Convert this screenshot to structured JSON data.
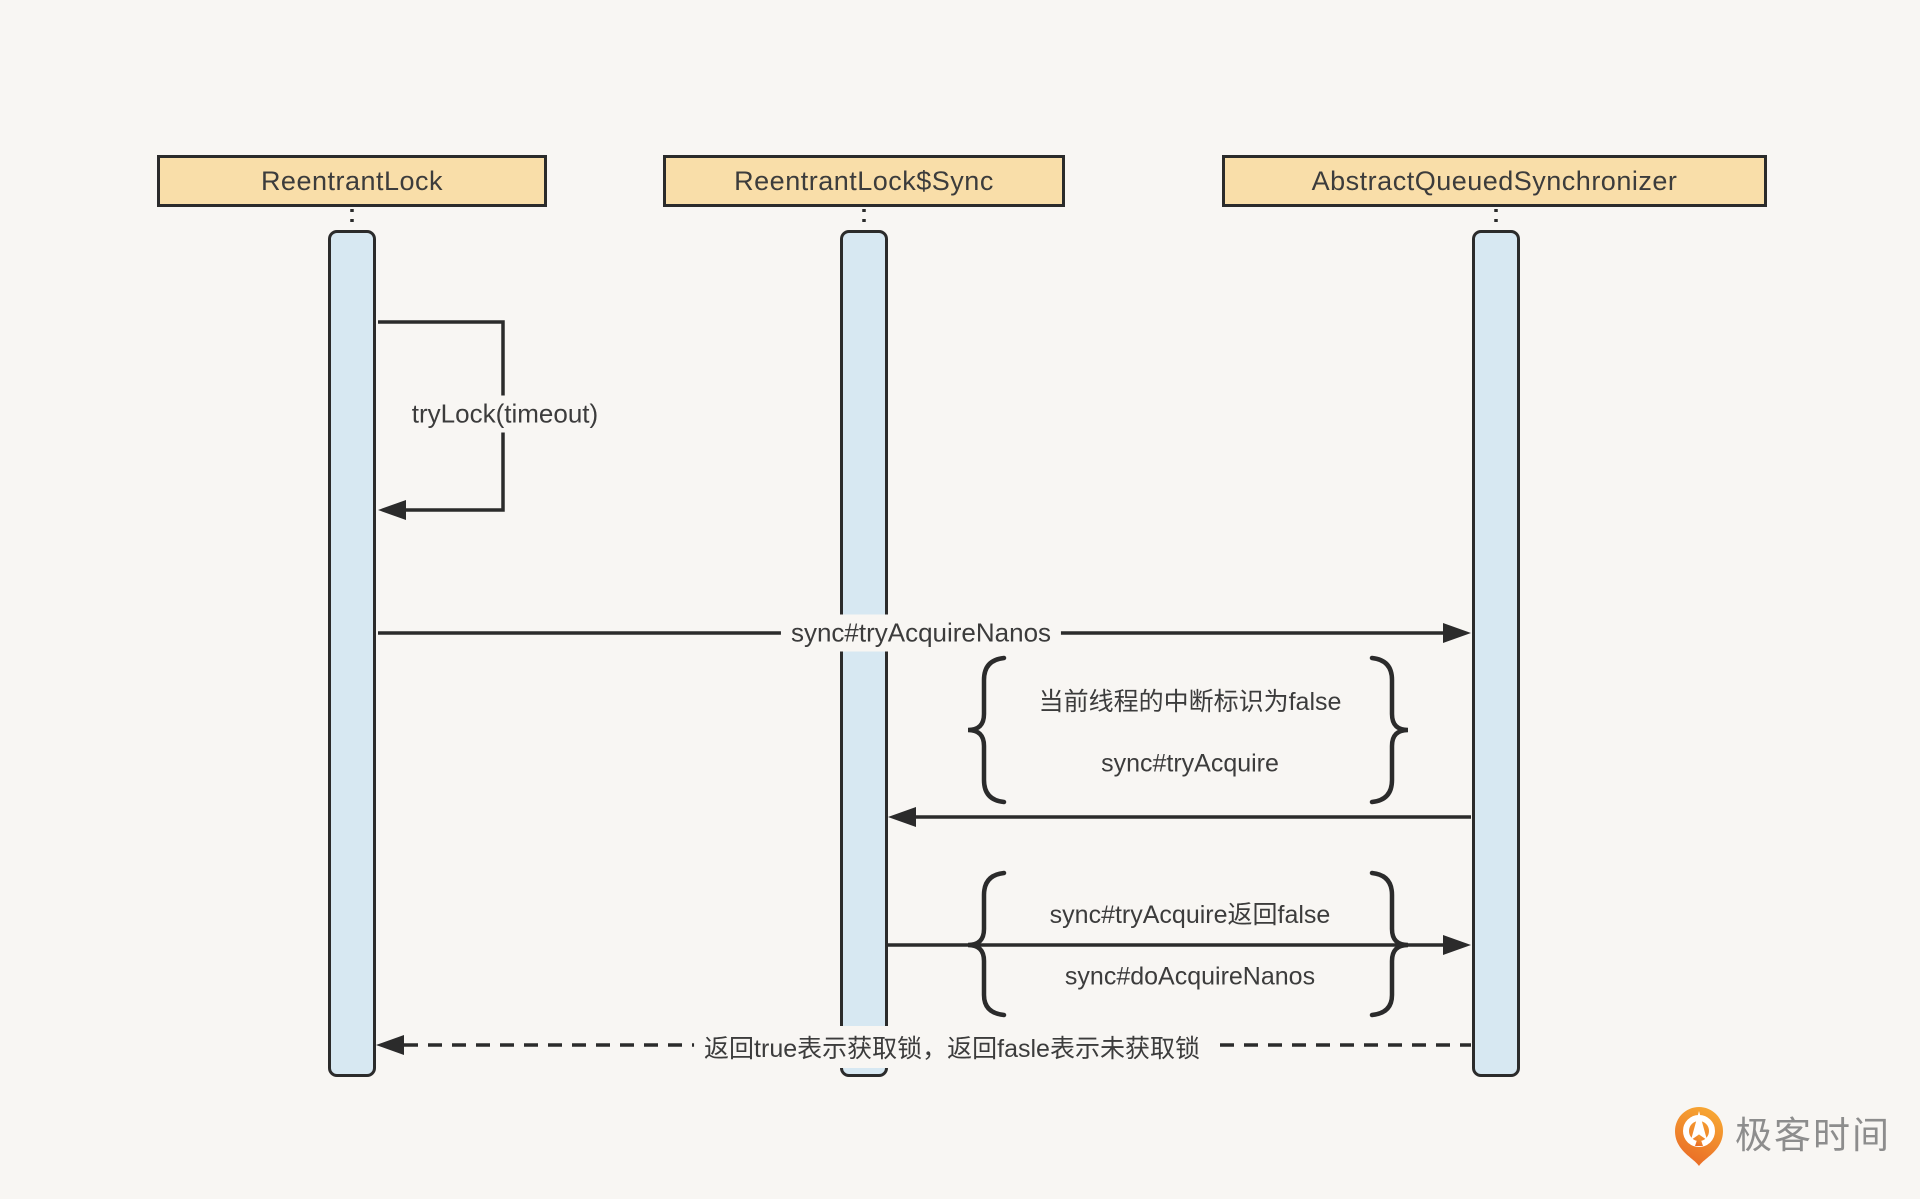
{
  "colors": {
    "bg": "#f8f6f3",
    "line": "#2b2b2b",
    "box-fill": "#f9dea9",
    "box-border": "#2b2b2b",
    "bar-fill": "#d7e8f2",
    "text": "#3c3c3c",
    "watermark-text": "#8d8d8d",
    "logo-orange-top": "#f7a833",
    "logo-orange-bottom": "#e96a26"
  },
  "participants": [
    {
      "label": "ReentrantLock"
    },
    {
      "label": "ReentrantLock$Sync"
    },
    {
      "label": "AbstractQueuedSynchronizer"
    }
  ],
  "messages": {
    "self_call": "tryLock(timeout)",
    "call1": "sync#tryAcquireNanos",
    "note1": {
      "line1": "当前线程的中断标识为false",
      "line2": "sync#tryAcquire"
    },
    "note2": {
      "line1": "sync#tryAcquire返回false",
      "line2": "sync#doAcquireNanos"
    },
    "return_label": "返回true表示获取锁，返回fasle表示未获取锁"
  },
  "watermark": {
    "text": "极客时间"
  }
}
